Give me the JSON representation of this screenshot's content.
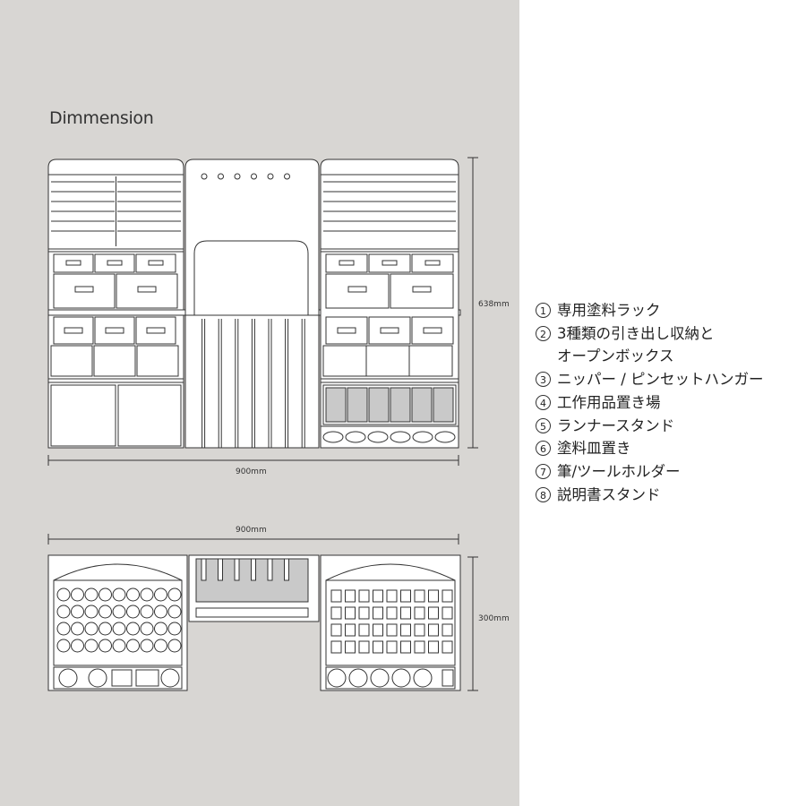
{
  "title": "Dimmension",
  "dimensions": {
    "front_width": "900mm",
    "front_height": "638mm",
    "top_width": "900mm",
    "top_depth": "300mm"
  },
  "colors": {
    "panel_background": "#d8d6d3",
    "page_background": "#ffffff",
    "line": "#333333",
    "fill_white": "#ffffff",
    "fill_gray": "#c9c9c9"
  },
  "legend": [
    {
      "num": "1",
      "lines": [
        "専用塗料ラック"
      ]
    },
    {
      "num": "2",
      "lines": [
        "3種類の引き出し収納と",
        "オープンボックス"
      ]
    },
    {
      "num": "3",
      "lines": [
        "ニッパー / ピンセットハンガー"
      ]
    },
    {
      "num": "4",
      "lines": [
        "工作用品置き場"
      ]
    },
    {
      "num": "5",
      "lines": [
        "ランナースタンド"
      ]
    },
    {
      "num": "6",
      "lines": [
        "塗料皿置き"
      ]
    },
    {
      "num": "7",
      "lines": [
        "筆/ツールホルダー"
      ]
    },
    {
      "num": "8",
      "lines": [
        "説明書スタンド"
      ]
    }
  ]
}
